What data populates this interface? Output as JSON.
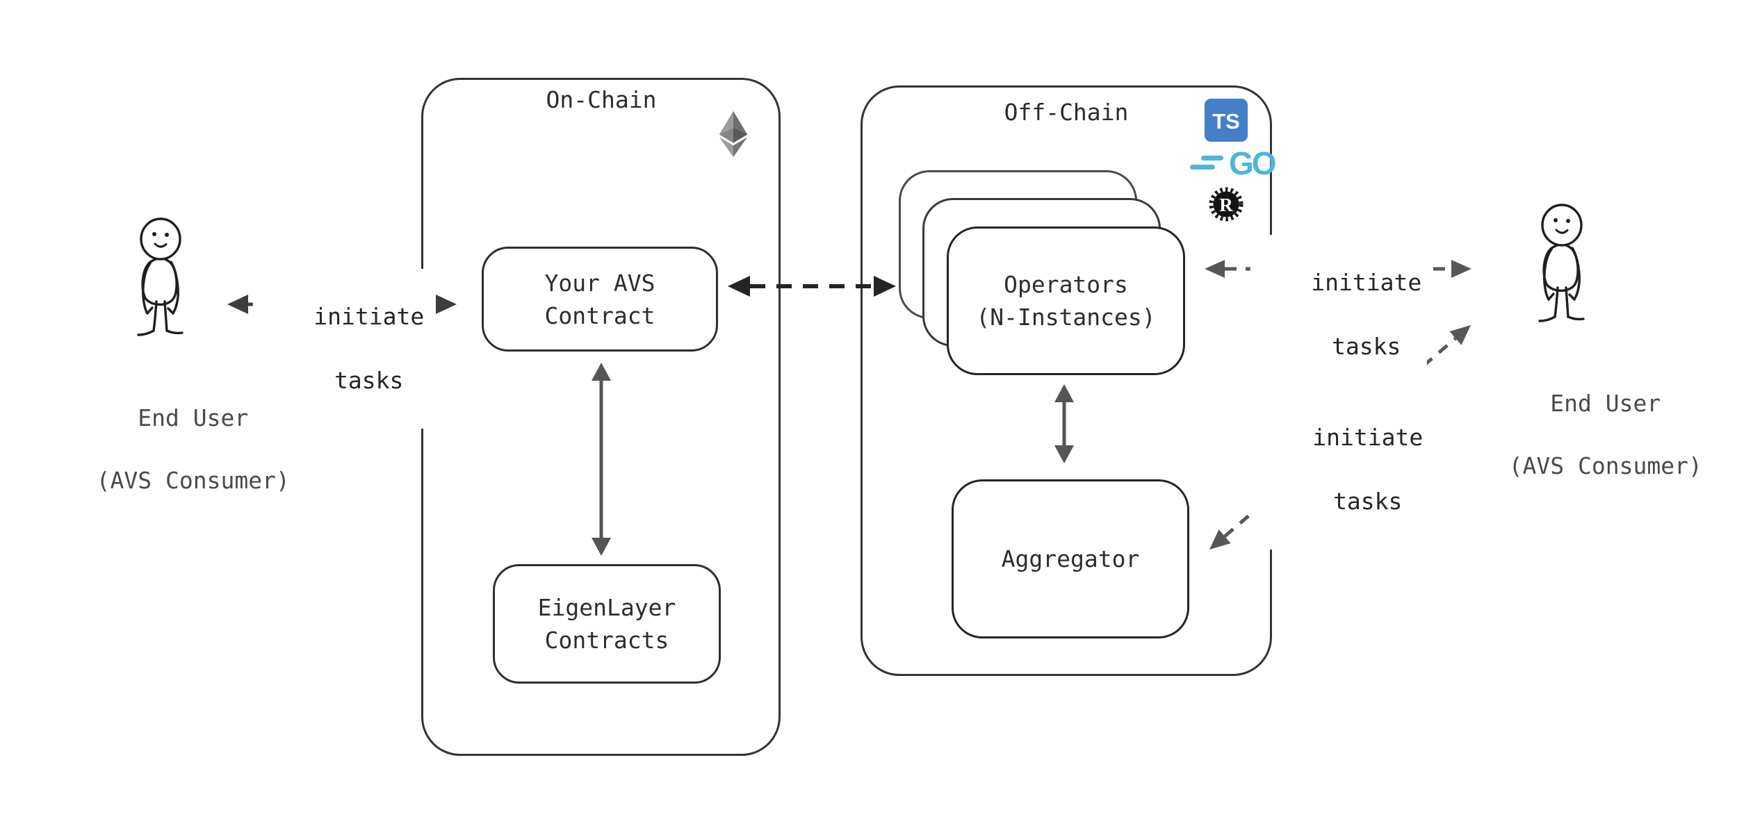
{
  "users": {
    "left": {
      "line1": "End User",
      "line2": "(AVS Consumer)"
    },
    "right": {
      "line1": "End User",
      "line2": "(AVS Consumer)"
    }
  },
  "onchain": {
    "title": "On-Chain",
    "avs": {
      "line1": "Your AVS",
      "line2": "Contract"
    },
    "eigenlayer": {
      "line1": "EigenLayer",
      "line2": "Contracts"
    }
  },
  "offchain": {
    "title": "Off-Chain",
    "operators": {
      "line1": "Operators",
      "line2": "(N-Instances)"
    },
    "aggregator": "Aggregator"
  },
  "labels": {
    "user_to_avs": {
      "line1": "initiate",
      "line2": "tasks"
    },
    "operators_to_user": {
      "line1": "initiate",
      "line2": "tasks"
    },
    "user_to_aggregator": {
      "line1": "initiate",
      "line2": "tasks"
    }
  },
  "icons": {
    "typescript": "TS",
    "go": "GO",
    "rust": "R"
  },
  "colors": {
    "background": "#ffffff",
    "ink": "#2f2f2f",
    "box_border": "#2e2e2e",
    "arrow_dark": "#242424",
    "arrow_medium": "#3d3d3d",
    "arrow_gray": "#575757",
    "ts_blue": "#4480c7",
    "go_cyan": "#4fb5da",
    "rust_black": "#141414",
    "eth_grays": [
      "#9c9c9c",
      "#6f6f6f",
      "#858585",
      "#595959",
      "#747474"
    ]
  }
}
